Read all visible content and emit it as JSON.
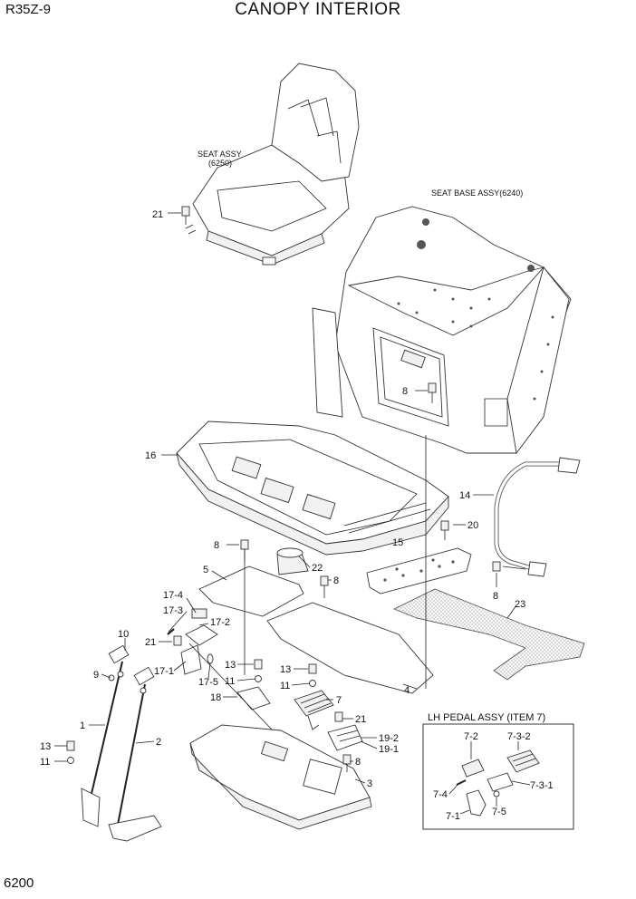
{
  "header": {
    "model": "R35Z-9",
    "title": "CANOPY INTERIOR",
    "page_number": "6200"
  },
  "assemblies": {
    "seat_assy": "SEAT ASSY",
    "seat_assy_ref": "(6250)",
    "seat_base_assy": "SEAT BASE ASSY(6240)",
    "inset_title": "LH PEDAL ASSY (ITEM 7)"
  },
  "callouts": {
    "c21a": "21",
    "c8a": "8",
    "c16": "16",
    "c14": "14",
    "c20": "20",
    "c15": "15",
    "c8b": "8",
    "c22": "22",
    "c8c": "8",
    "c5": "5",
    "c23": "23",
    "c17_4": "17-4",
    "c17_3": "17-3",
    "c17_2": "17-2",
    "c10": "10",
    "c21b": "21",
    "c17_1": "17-1",
    "c9": "9",
    "c13a": "13",
    "c13b": "13",
    "c17_5": "17-5",
    "c11a": "11",
    "c11b": "11",
    "c4": "4",
    "c18": "18",
    "c7": "7",
    "c1": "1",
    "c21c": "21",
    "c2": "2",
    "c19_2": "19-2",
    "c19_1": "19-1",
    "c8d": "8",
    "c13c": "13",
    "c3": "3",
    "c11c": "11",
    "i7_2": "7-2",
    "i7_3_2": "7-3-2",
    "i7_3_1": "7-3-1",
    "i7_4": "7-4",
    "i7_5": "7-5",
    "i7_1": "7-1"
  }
}
